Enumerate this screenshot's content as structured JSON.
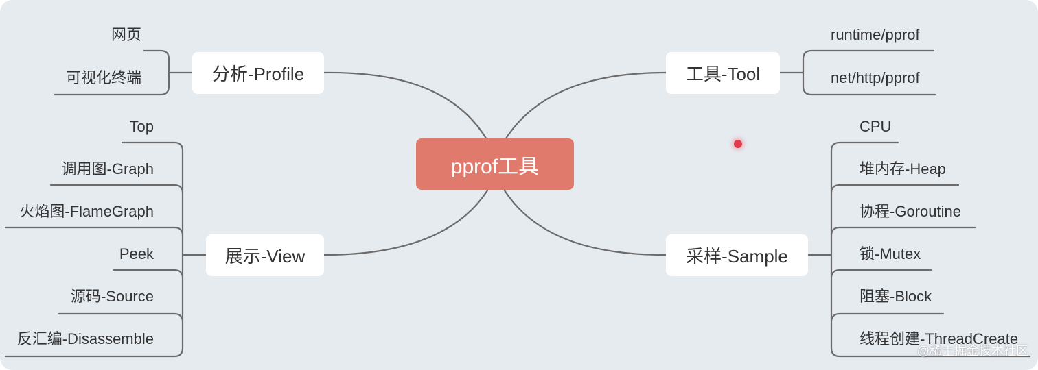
{
  "root": {
    "label": "pprof工具"
  },
  "branches": {
    "profile": {
      "label": "分析-Profile",
      "children": [
        "网页",
        "可视化终端"
      ]
    },
    "view": {
      "label": "展示-View",
      "children": [
        "Top",
        "调用图-Graph",
        "火焰图-FlameGraph",
        "Peek",
        "源码-Source",
        "反汇编-Disassemble"
      ]
    },
    "tool": {
      "label": "工具-Tool",
      "children": [
        "runtime/pprof",
        "net/http/pprof"
      ]
    },
    "sample": {
      "label": "采样-Sample",
      "children": [
        "CPU",
        "堆内存-Heap",
        "协程-Goroutine",
        "锁-Mutex",
        "阻塞-Block",
        "线程创建-ThreadCreate"
      ]
    }
  },
  "watermark": "@稀土掘金技术社区",
  "colors": {
    "background": "#e6ebf0",
    "root": "#e07a6c",
    "line": "#6b6b6b",
    "marker": "#e23b4a"
  }
}
